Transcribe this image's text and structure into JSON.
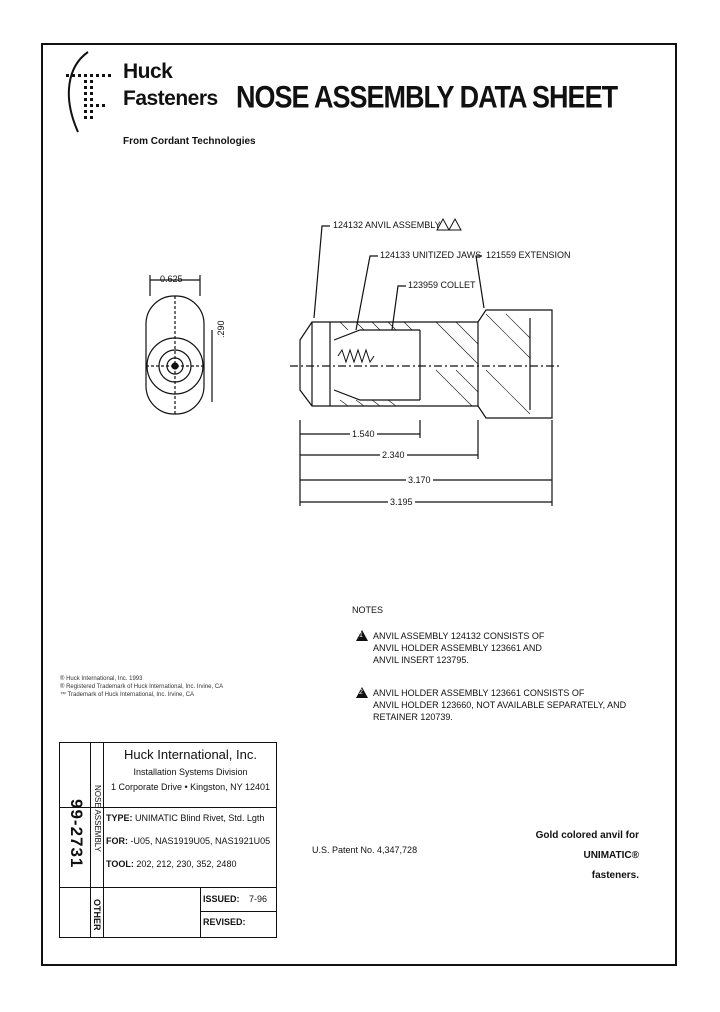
{
  "header": {
    "brand_line1": "Huck",
    "brand_line2": "Fasteners",
    "tagline": "From Cordant Technologies",
    "title": "NOSE ASSEMBLY DATA SHEET"
  },
  "drawing": {
    "callouts": {
      "anvil_assembly": "124132 ANVIL ASSEMBLY",
      "jaws": "124133 UNITIZED JAWS",
      "extension": "121559 EXTENSION",
      "collet": "123959 COLLET"
    },
    "dimensions": {
      "end_width": "0.625",
      "end_height": ".290",
      "d1": "1.540",
      "d2": "2.340",
      "d3": "3.170",
      "d4": "3.195"
    }
  },
  "notes": {
    "title": "NOTES",
    "items": [
      {
        "marker": "1",
        "text": "ANVIL ASSEMBLY 124132 CONSISTS OF\nANVIL HOLDER ASSEMBLY 123661 AND\nANVIL INSERT 123795."
      },
      {
        "marker": "2",
        "text": "ANVIL HOLDER ASSEMBLY 123661 CONSISTS OF\nANVIL HOLDER 123660, NOT AVAILABLE SEPARATELY, AND\nRETAINER 120739."
      }
    ]
  },
  "trademarks": "® Huck International, Inc. 1993\n® Registered Trademark of Huck International, Inc. Irvine, CA\n™ Trademark of Huck International, Inc. Irvine, CA",
  "title_block": {
    "part_number": "99-2731",
    "category": "NOSE ASSEMBLY",
    "other": "OTHER",
    "company": "Huck International, Inc.",
    "division": "Installation Systems Division",
    "address": "1 Corporate Drive • Kingston, NY 12401",
    "type_label": "TYPE:",
    "type_value": "UNIMATIC Blind Rivet, Std. Lgth",
    "for_label": "FOR:",
    "for_value": "-U05, NAS1919U05, NAS1921U05",
    "tool_label": "TOOL:",
    "tool_value": "202, 212, 230, 352, 2480",
    "issued_label": "ISSUED:",
    "issued_value": "7-96",
    "revised_label": "REVISED:",
    "revised_value": ""
  },
  "patent": "U.S. Patent No. 4,347,728",
  "gold_note": {
    "line1": "Gold colored anvil for",
    "line2": "UNIMATIC® fasteners."
  }
}
